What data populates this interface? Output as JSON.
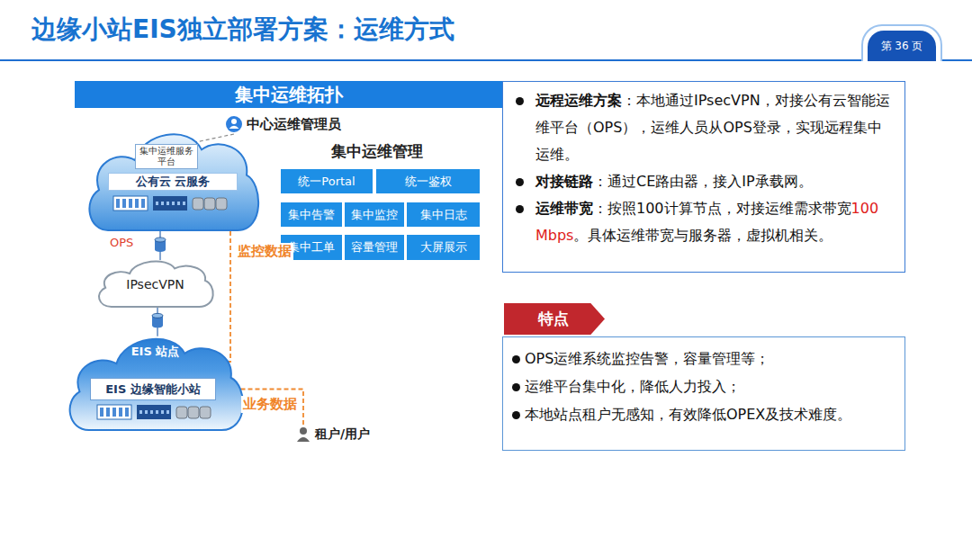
{
  "diagram": {
    "title": "边缘小站EIS独立部署方案：运维方式",
    "nodes": [
      {
        "text": [
          "集中运维拓扑"
        ]
      },
      {
        "text": [
          "中心运维管理员"
        ]
      },
      {
        "text": [
          "公有云 云服务"
        ]
      },
      {
        "text": [
          "集中运维服务平台"
        ],
        "in": 2
      },
      {
        "text": [
          "统一Portal"
        ]
      },
      {
        "text": [
          "统一鉴权"
        ]
      },
      {
        "text": [
          "集中告警"
        ]
      },
      {
        "text": [
          "集中监控"
        ]
      },
      {
        "text": [
          "集中日志"
        ]
      },
      {
        "text": [
          "集中工单"
        ]
      },
      {
        "text": [
          "容量管理"
        ]
      },
      {
        "text": [
          "大屏展示"
        ]
      },
      {
        "text": [
          "IPsecVPN"
        ]
      },
      {
        "text": [
          "EIS 站点"
        ]
      },
      {
        "text": [
          "EIS 边缘智能小站"
        ],
        "in": 13
      },
      {
        "text": [
          "租户/用户"
        ]
      },
      {
        "text": [
          "远程运维方案",
          "：本地通过IPsecVPN，对接公有云智能运维平台（OPS），运维人员从OPS登录，实现远程集中运维。",
          "对接链路",
          "：通过CE路由器，接入IP承载网。",
          "运维带宽",
          "：按照100计算节点，对接运维需求带宽",
          "100 Mbps",
          "。具体运维带宽与服务器，虚拟机相关。"
        ]
      },
      {
        "text": [
          "特点"
        ]
      },
      {
        "text": [
          "OPS运维系统监控告警，容量管理等；",
          "运维平台集中化，降低人力投入；",
          "本地站点租户无感知，有效降低OPEX及技术难度。"
        ]
      }
    ],
    "edges": [
      {
        "from": 1,
        "to": 3,
        "arrow": "none"
      },
      {
        "from": 2,
        "to": 12,
        "arrow": "none"
      },
      {
        "from": 12,
        "to": 13,
        "arrow": "none"
      },
      {
        "from": 14,
        "to": 3,
        "label": "监控数据",
        "arrow": "to"
      },
      {
        "from": 15,
        "to": 14,
        "label": "业务数据",
        "arrow": "to"
      }
    ],
    "labels": [
      "第 36 页",
      "集中运维管理",
      "OPS"
    ]
  }
}
